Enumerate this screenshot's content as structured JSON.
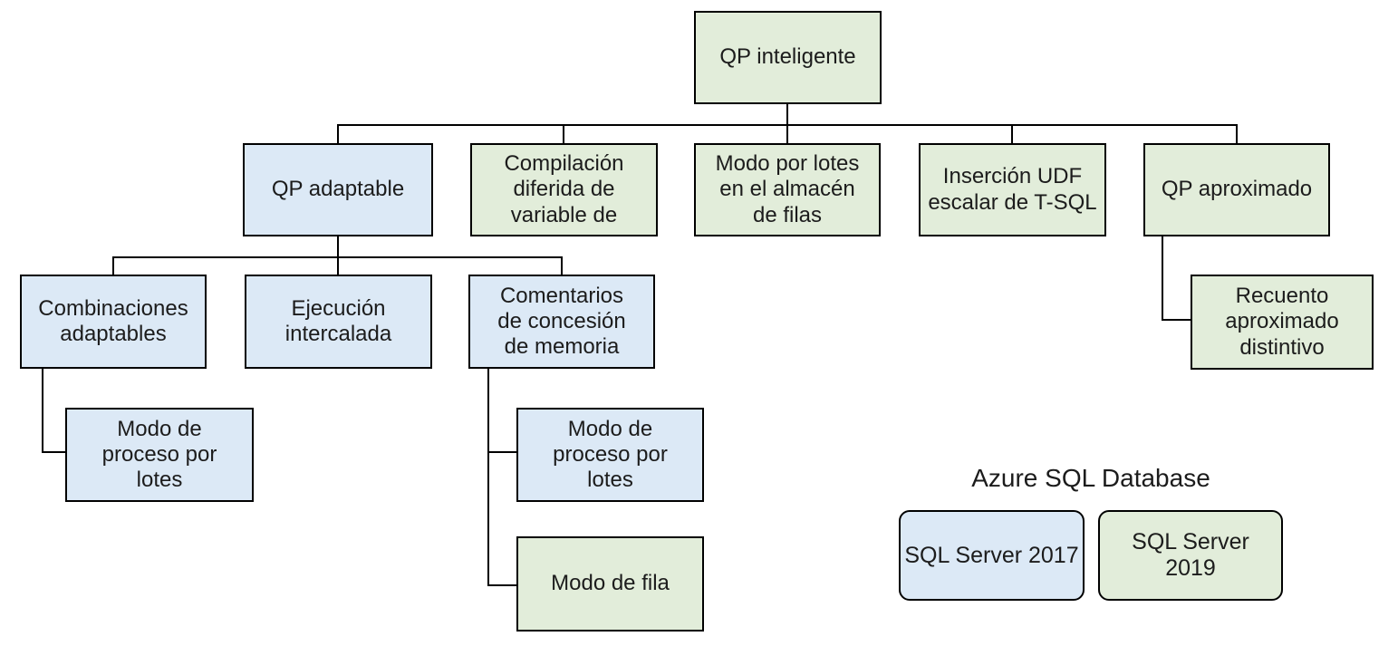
{
  "diagram": {
    "title": "QP inteligente feature family tree",
    "colors": {
      "sql2017_fill": "#dce9f6",
      "sql2019_fill": "#e2edda",
      "border": "#000000",
      "text": "#1c1c1c"
    },
    "nodes": {
      "qp_inteligente": {
        "label": "QP inteligente",
        "category": "sql2019"
      },
      "qp_adaptable": {
        "label": "QP adaptable",
        "category": "sql2017"
      },
      "compilacion_diferida": {
        "label": "Compilación\ndiferida de\nvariable de",
        "category": "sql2019"
      },
      "modo_lotes_almacen": {
        "label": "Modo por lotes\nen el almacén\nde filas",
        "category": "sql2019"
      },
      "insercion_udf": {
        "label": "Inserción UDF\nescalar de T-SQL",
        "category": "sql2019"
      },
      "qp_aproximado": {
        "label": "QP aproximado",
        "category": "sql2019"
      },
      "combinaciones_adaptables": {
        "label": "Combinaciones\nadaptables",
        "category": "sql2017"
      },
      "ejecucion_intercalada": {
        "label": "Ejecución\nintercalada",
        "category": "sql2017"
      },
      "comentarios_concesion": {
        "label": "Comentarios\nde concesión\nde memoria",
        "category": "sql2017"
      },
      "recuento_aproximado": {
        "label": "Recuento\naproximado\ndistintivo",
        "category": "sql2019"
      },
      "modo_proceso_lotes_izq": {
        "label": "Modo de\nproceso por\nlotes",
        "category": "sql2017"
      },
      "modo_proceso_lotes_centro": {
        "label": "Modo de\nproceso por\nlotes",
        "category": "sql2017"
      },
      "modo_fila": {
        "label": "Modo de fila",
        "category": "sql2019"
      }
    },
    "legend": {
      "title": "Azure SQL Database",
      "items": [
        {
          "label": "SQL Server 2017",
          "category": "sql2017"
        },
        {
          "label": "SQL Server 2019",
          "category": "sql2019"
        }
      ]
    }
  }
}
